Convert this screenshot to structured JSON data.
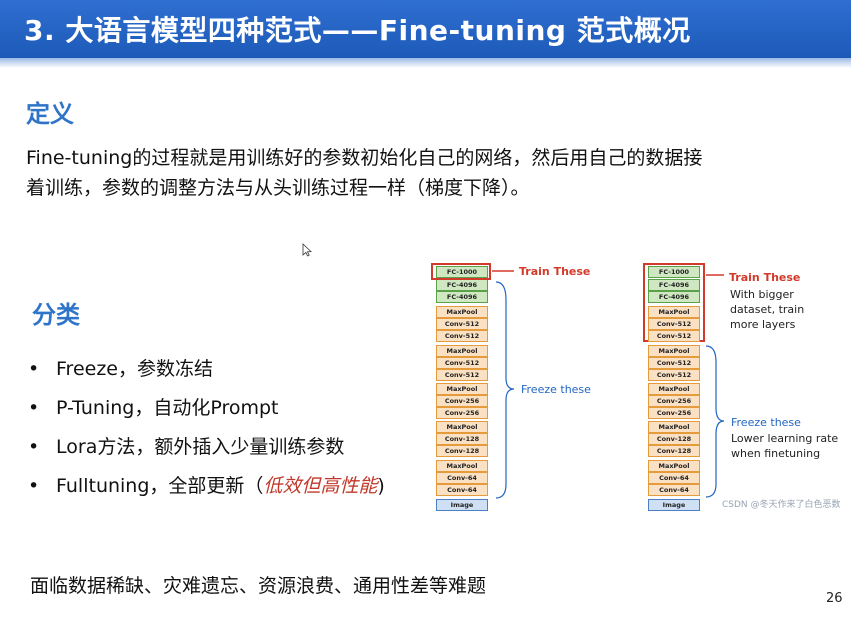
{
  "slide": {
    "title": "3. 大语言模型四种范式——Fine-tuning 范式概况",
    "definition_heading": "定义",
    "definition_line1": "Fine-tuning的过程就是用训练好的参数初始化自己的网络，然后用自己的数据接",
    "definition_line2": "着训练，参数的调整方法与从头训练过程一样（梯度下降）。",
    "classification_heading": "分类",
    "bullets": [
      {
        "text": "Freeze，参数冻结"
      },
      {
        "text": "P-Tuning，自动化Prompt"
      },
      {
        "text": "Lora方法，额外插入少量训练参数"
      },
      {
        "text_before": "Fulltuning，全部更新（",
        "emphasis": "低效但高性能",
        "text_after": ")"
      }
    ],
    "bottom_text": "面临数据稀缺、灾难遗忘、资源浪费、通用性差等难题",
    "page_number": "26",
    "bullet_symbol": "•",
    "colors": {
      "header": "#2466c8",
      "heading": "#2e74c8",
      "emphasis": "#c0392b",
      "annotation_red": "#d23a2a",
      "annotation_blue": "#2266c4"
    }
  },
  "diagram": {
    "layers": [
      "FC-1000",
      "FC-4096",
      "FC-4096",
      "MaxPool",
      "Conv-512",
      "Conv-512",
      "MaxPool",
      "Conv-512",
      "Conv-512",
      "MaxPool",
      "Conv-256",
      "Conv-256",
      "MaxPool",
      "Conv-128",
      "Conv-128",
      "MaxPool",
      "Conv-64",
      "Conv-64",
      "Image"
    ],
    "left": {
      "train_label": "Train These",
      "freeze_label": "Freeze these"
    },
    "right": {
      "train_label": "Train These",
      "train_note_1": "With bigger",
      "train_note_2": "dataset, train",
      "train_note_3": "more layers",
      "freeze_label": "Freeze these",
      "freeze_note_1": "Lower learning rate",
      "freeze_note_2": "when finetuning"
    },
    "watermark": "CSDN @冬天作来了白色恶数"
  }
}
